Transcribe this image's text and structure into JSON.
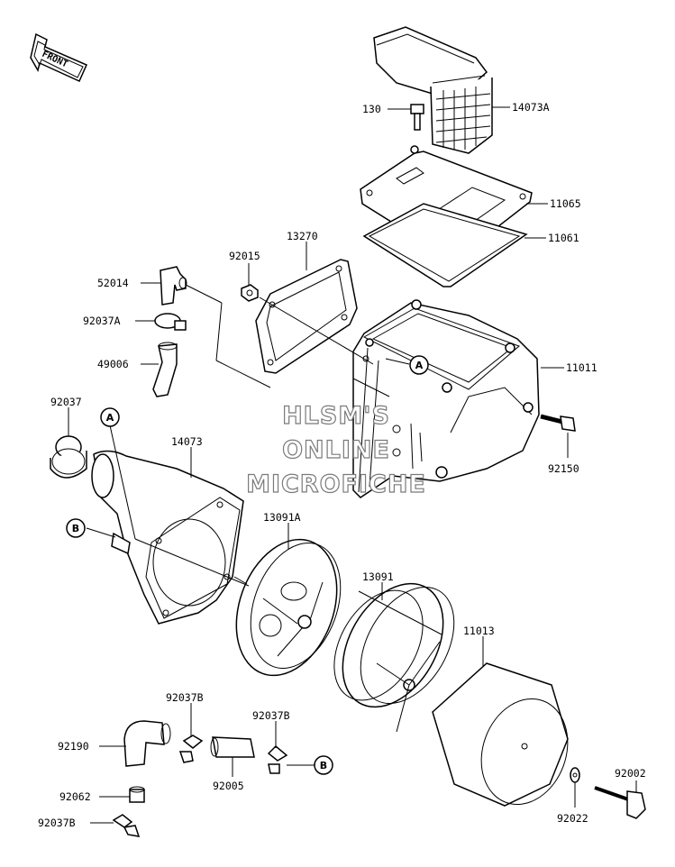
{
  "front_label": "FRONT",
  "watermark": [
    "HLSM'S",
    "ONLINE",
    "MICROFICHE"
  ],
  "callouts": {
    "a": "A",
    "b": "B"
  },
  "parts": {
    "p130": "130",
    "p14073A": "14073A",
    "p11065": "11065",
    "p11061": "11061",
    "p13270": "13270",
    "p92015": "92015",
    "p52014": "52014",
    "p92037A": "92037A",
    "p49006": "49006",
    "p11011": "11011",
    "p92037": "92037",
    "p14073": "14073",
    "p92150": "92150",
    "p13091A": "13091A",
    "p13091": "13091",
    "p11013": "11013",
    "p92037B_a": "92037B",
    "p92037B_b": "92037B",
    "p92190": "92190",
    "p92005": "92005",
    "p92062": "92062",
    "p92037B_c": "92037B",
    "p92022": "92022",
    "p92002": "92002"
  }
}
